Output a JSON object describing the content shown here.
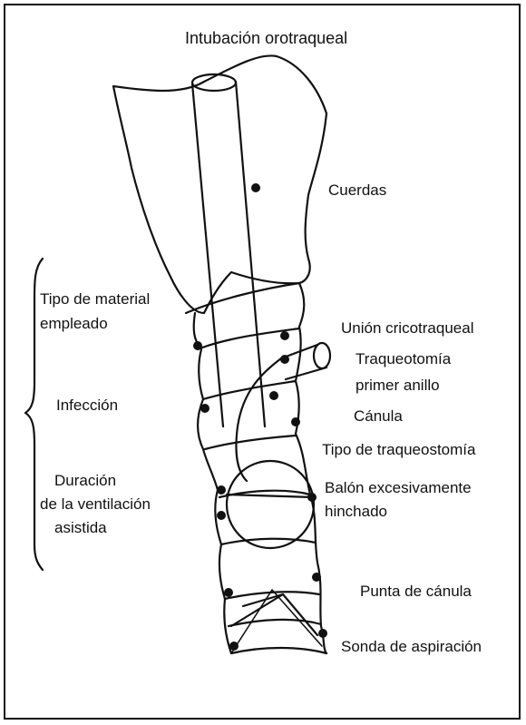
{
  "title": "Intubación orotraqueal",
  "right_labels": {
    "cuerdas": "Cuerdas",
    "union": "Unión cricotraqueal",
    "traqueotomia_1": "Traqueotomía",
    "traqueotomia_2": "primer anillo",
    "canula": "Cánula",
    "tipo_traqueostomia": "Tipo de traqueostomía",
    "balon_1": "Balón excesivamente",
    "balon_2": "hinchado",
    "punta": "Punta de cánula",
    "sonda": "Sonda de aspiración"
  },
  "left_labels": {
    "material_1": "Tipo de material",
    "material_2": "empleado",
    "infeccion": "Infección",
    "duracion_1": "Duración",
    "duracion_2": "de la ventilación",
    "duracion_3": "asistida"
  }
}
